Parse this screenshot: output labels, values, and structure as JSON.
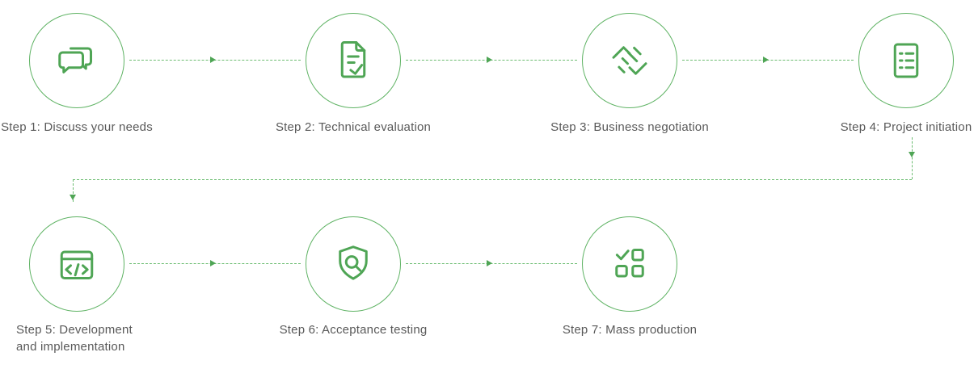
{
  "colors": {
    "accent": "#4FA555",
    "dash": "#6DBD72",
    "circle_border": "#5FB364",
    "text": "#595959"
  },
  "steps": [
    {
      "label": "Step 1: Discuss your needs",
      "icon": "chat-bubbles-icon"
    },
    {
      "label": "Step 2: Technical evaluation",
      "icon": "document-signature-icon"
    },
    {
      "label": "Step 3: Business negotiation",
      "icon": "handshake-icon"
    },
    {
      "label": "Step 4: Project initiation",
      "icon": "checklist-icon"
    },
    {
      "label": "Step 5: Development and implementation",
      "icon": "code-window-icon"
    },
    {
      "label": "Step 6: Acceptance testing",
      "icon": "shield-search-icon"
    },
    {
      "label": "Step 7: Mass production",
      "icon": "checkbox-grid-icon"
    }
  ],
  "connections": [
    "1-2",
    "2-3",
    "3-4",
    "4-5",
    "5-6",
    "6-7"
  ]
}
